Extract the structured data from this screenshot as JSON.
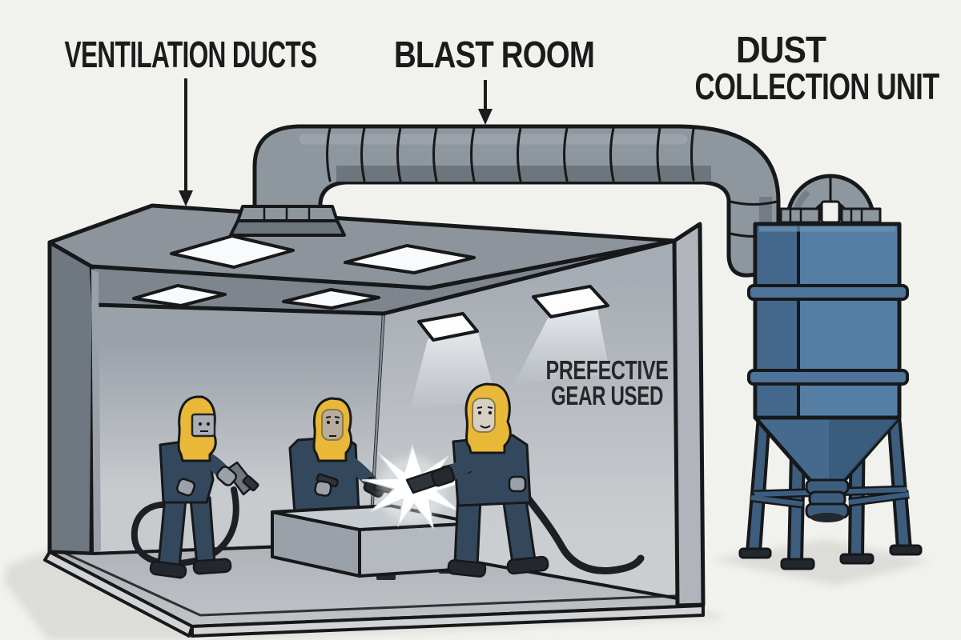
{
  "figure": {
    "description": "Cutaway cartoon illustration of an abrasive blast room connected by overhead ventilation ducts to an external dust collection unit; three workers in protective blast hoods and coveralls blast a workpiece",
    "workers_count": 3,
    "roof_skylight_count": 2,
    "ceiling_panel_count": 2,
    "wall_light_count": 2
  },
  "labels": {
    "ventilation_ducts": "VENTILATION DUCTS",
    "blast_room": "BLAST ROOM",
    "dust_unit_line1": "DUST",
    "dust_unit_line2": "COLLECTION UNIT",
    "wall_note_line1": "PREFECTIVE",
    "wall_note_line2": "GEAR USED"
  },
  "colors": {
    "background": "#f1f1ee",
    "outline": "#17181a",
    "label_text": "#1b1b1b",
    "wall_text": "#26272a",
    "duct_gray": "#8e969e",
    "duct_shade": "#6d757d",
    "duct_highlight": "#a6adb4",
    "roof_gray": "#8d949c",
    "ceiling_gray": "#7e858d",
    "wall_top": "#9aa1a9",
    "wall_bottom": "#c8cbce",
    "wall_right_top": "#a6acb3",
    "wall_right_bottom": "#cbced1",
    "left_wall_dark": "#6f7780",
    "frame_gray": "#b0b5bb",
    "floor_top": "#aeb3b9",
    "floor_bottom": "#c0c3c7",
    "slab_edge": "#d2d4d6",
    "skylight_white": "#f8fafb",
    "panel_white": "#fdfdfd",
    "beam_white": "#e9edf0",
    "unit_blue": "#547ea4",
    "unit_blue_dark": "#44688c",
    "band_blue": "#4e7499",
    "hopper_blue": "#466a8e",
    "hopper_shade": "#3a5a7a",
    "leg_blue": "#3c5d7e",
    "hood_yellow": "#e9b838",
    "suit_navy": "#33485c",
    "glove_gray": "#9aa1a8",
    "glove_dark": "#23292f",
    "gun_dark": "#2e343b",
    "hose_dark": "#1c2025",
    "visor_gray": "#a9afb5",
    "face_light": "#d8cfc3",
    "face_mid": "#b7ac9e",
    "shoe_dark": "#23282e",
    "shadow": "#dcdcd9",
    "burst_white": "#ffffff",
    "block_top": "#c7ccd1",
    "block_left": "#9ba1a8",
    "block_front": "#b4bac0"
  }
}
